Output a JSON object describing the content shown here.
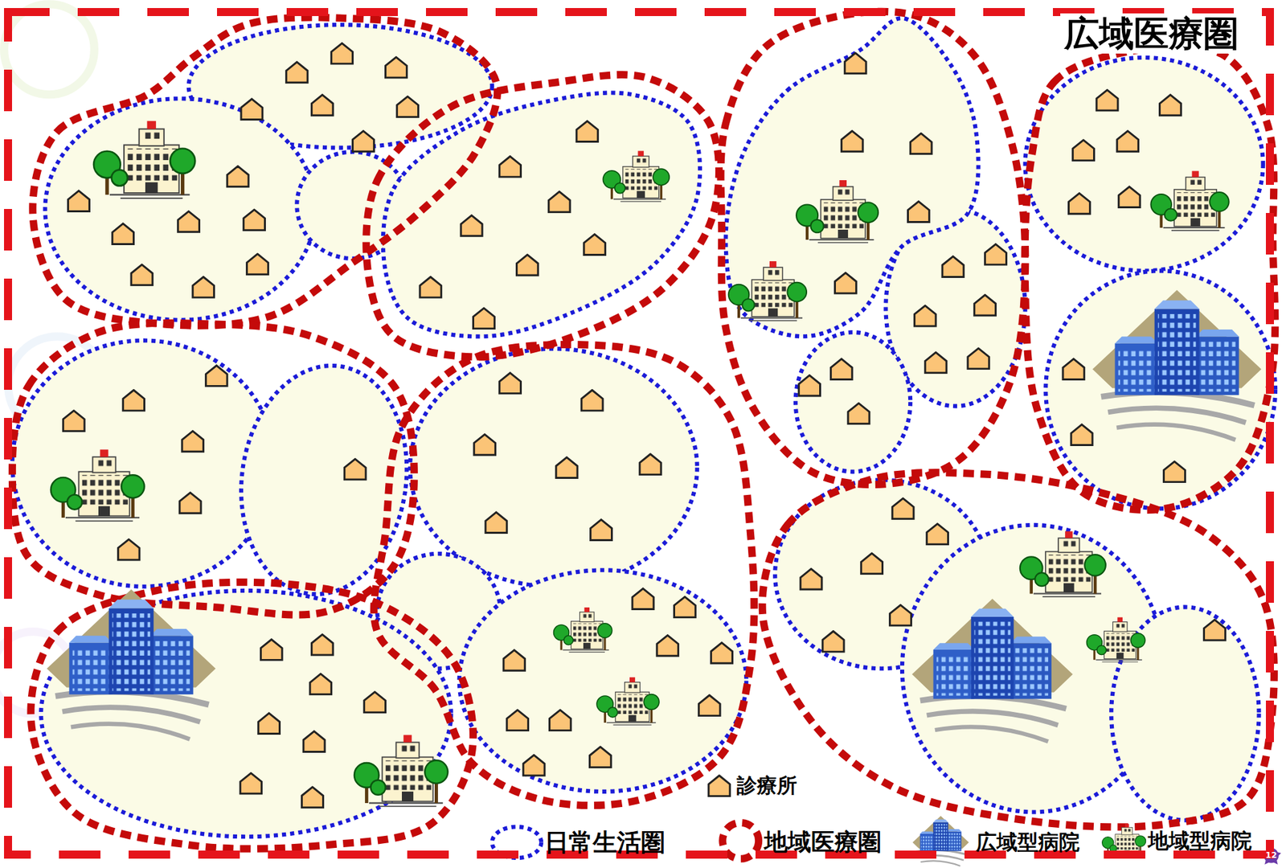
{
  "diagram": {
    "nodes": [
      {
        "text": [
          "広域医療圏"
        ]
      }
    ],
    "labels": [
      "12"
    ],
    "legend": [
      {
        "text": "診療所"
      },
      {
        "text": "日常生活圏"
      },
      {
        "text": "地域医療圏"
      },
      {
        "text": "広域型病院"
      },
      {
        "text": "地域型病院"
      }
    ]
  }
}
